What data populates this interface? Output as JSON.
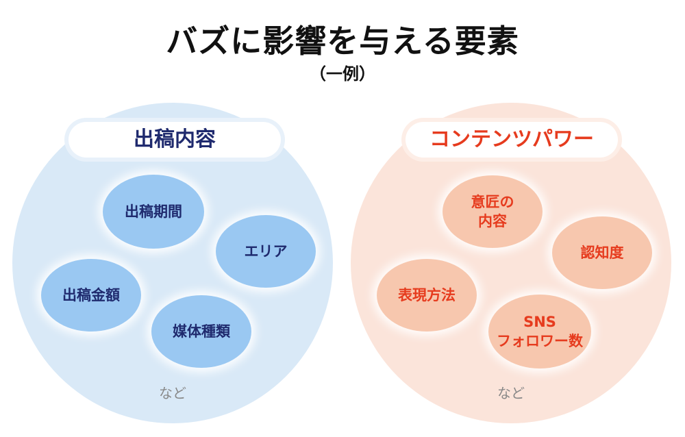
{
  "title": "バズに影響を与える要素",
  "subtitle": "（一例）",
  "left_group": {
    "label": "出稿内容",
    "items": [
      "出稿期間",
      "エリア",
      "出稿金額",
      "媒体種類"
    ],
    "etc": "など"
  },
  "right_group": {
    "label": "コンテンツパワー",
    "items": [
      "意匠の\n内容",
      "認知度",
      "表現方法",
      "SNS\nフォロワー数"
    ],
    "etc": "など"
  },
  "colors": {
    "navy_text": "#1f2a6e",
    "red_text": "#e63b1e",
    "blue_bubble": "#9ac8f2",
    "orange_bubble": "#f7c7ae"
  }
}
